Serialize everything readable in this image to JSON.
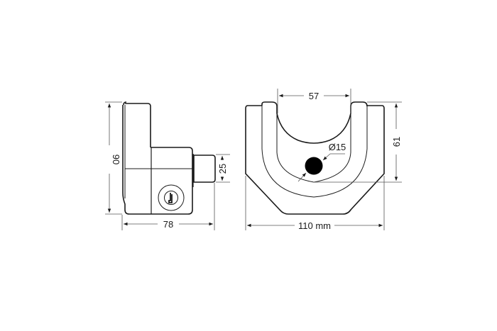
{
  "diagram": {
    "subject": "lock technical drawing",
    "colors": {
      "line": "#1a1a1a",
      "dimension": "#555555",
      "background": "#ffffff",
      "hole_fill": "#000000"
    },
    "side_view": {
      "height_label": "90",
      "width_label": "78",
      "cylinder_label": "25"
    },
    "front_view": {
      "opening_label": "57",
      "height_label": "61",
      "hole_label": "Ø15",
      "width_label": "110 mm"
    }
  }
}
